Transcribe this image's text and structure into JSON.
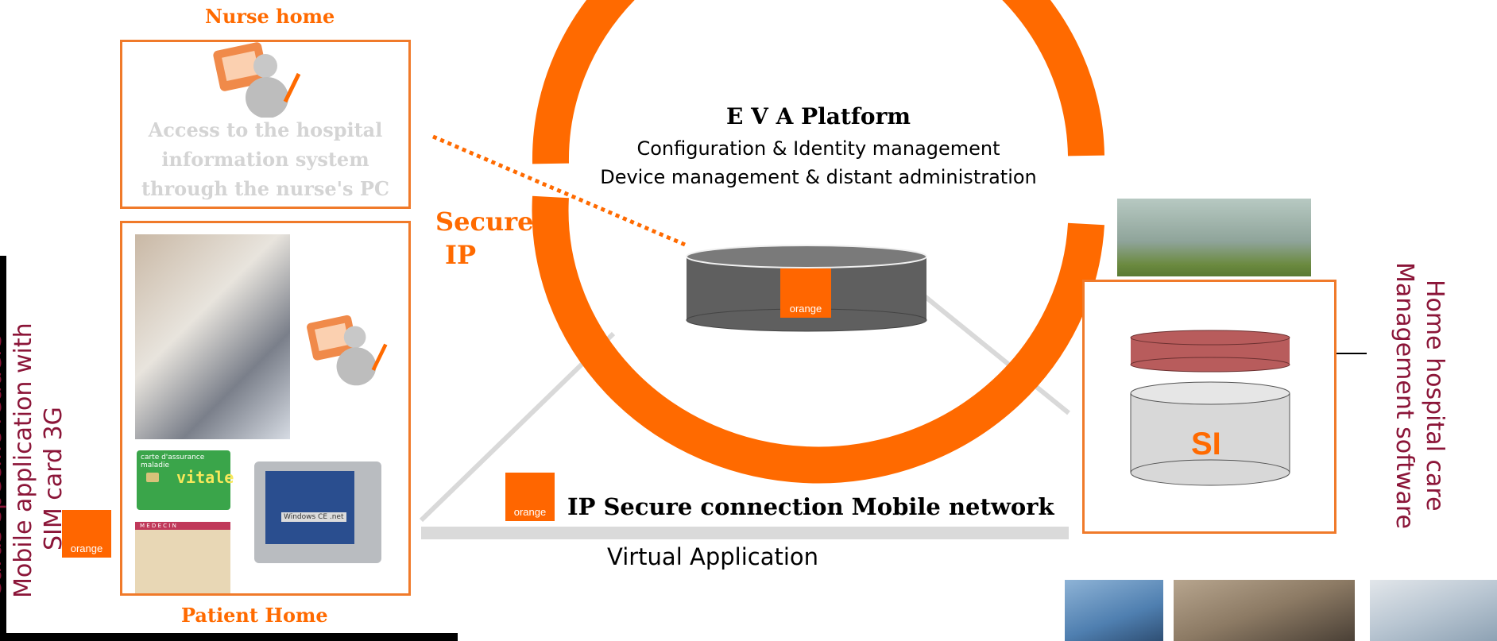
{
  "nurse": {
    "title": "Nurse home",
    "desc": [
      "Access to the hospital",
      "information system",
      "through the nurse's PC"
    ]
  },
  "patient": {
    "title": "Patient Home"
  },
  "secure_ip": [
    "Secure",
    "IP"
  ],
  "platform": {
    "title": "E V A Platform",
    "line1": "Configuration & Identity management",
    "line2": "Device management & distant administration"
  },
  "network": {
    "label": "IP Secure connection Mobile network",
    "virtual": "Virtual Application"
  },
  "logo": {
    "text": "orange"
  },
  "si": {
    "label": "SI"
  },
  "left_vertical": {
    "line1": "Cards specific readers",
    "line2": "Mobile application with",
    "line3": "SIM card 3G"
  },
  "right_vertical": {
    "line1": "Home hospital care",
    "line2": "Management software"
  },
  "cards": {
    "vitale_header": "carte d'assurance maladie",
    "vitale_word": "vitale",
    "medecin": "M E D E C I N"
  },
  "device": {
    "screen_label": "Windows CE .net"
  },
  "colors": {
    "accent": "#ff6600",
    "box_border": "#f07a2a",
    "vertical_text": "#8b1538"
  },
  "icons": [
    "nurse-figure-icon",
    "arrow-left-icon"
  ]
}
